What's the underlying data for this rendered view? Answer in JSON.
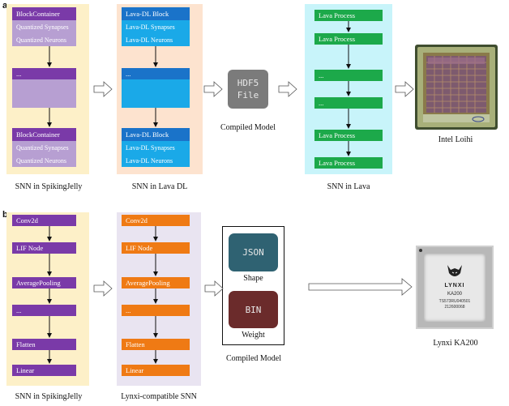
{
  "panel_a": {
    "letter": "a",
    "sj": {
      "top_block": "BlockContainer",
      "top_syn": "Quantized Synapses",
      "top_neu": "Quantized Neurons",
      "mid": "...",
      "bot_block": "BlockContainer",
      "bot_syn": "Quantized Synapses",
      "bot_neu": "Quantized Neurons",
      "caption": "SNN in SpikingJelly"
    },
    "dl": {
      "top_block": "Lava-DL Block",
      "top_syn": "Lava-DL Synapses",
      "top_neu": "Lava-DL Neurons",
      "mid": "...",
      "bot_block": "Lava-DL Block",
      "bot_syn": "Lava-DL Synapses",
      "bot_neu": "Lava-DL Neurons",
      "caption": "SNN in Lava DL"
    },
    "compiled": {
      "file_line1": "HDF5",
      "file_line2": "File",
      "caption": "Compiled Model"
    },
    "lava": {
      "p1": "Lava Process",
      "p2": "Lava Process",
      "d1": "...",
      "d2": "...",
      "p3": "Lava Process",
      "p4": "Lava Process",
      "caption": "SNN in Lava"
    },
    "chip_caption": "Intel Loihi"
  },
  "panel_b": {
    "letter": "b",
    "sj": {
      "items": [
        "Conv2d",
        "LIF Node",
        "AveragePooling",
        "...",
        "Flatten",
        "Linear"
      ],
      "caption": "SNN in SpikingJelly"
    },
    "lynxi": {
      "items": [
        "Conv2d",
        "LIF Node",
        "AveragePooling",
        "...",
        "Flatten",
        "Linear"
      ],
      "caption": "Lynxi-compatible SNN"
    },
    "compiled": {
      "json_label": "JSON",
      "json_caption": "Shape",
      "bin_label": "BIN",
      "bin_caption": "Weight",
      "caption": "Compiled Model"
    },
    "chip": {
      "brand": "LYNXI",
      "model": "KA200",
      "code1": "TS573RU040501",
      "code2": "212600068"
    },
    "chip_caption": "Lynxi KA200"
  },
  "colors": {
    "sj_bg": "#fdf0c8",
    "dl_bg": "#fde3cf",
    "lava_bg": "#c8f4fa",
    "lynxi_bg": "#e9e4f1",
    "purple": "#7a3aa8",
    "lavender": "#b79fd2",
    "blue": "#1a73c9",
    "blue_light": "#1aa9e8",
    "green": "#1ca94a",
    "orange": "#ef7a14",
    "json": "#2f6272",
    "bin": "#6b2b2b",
    "hdf5": "#7b7b7b"
  }
}
